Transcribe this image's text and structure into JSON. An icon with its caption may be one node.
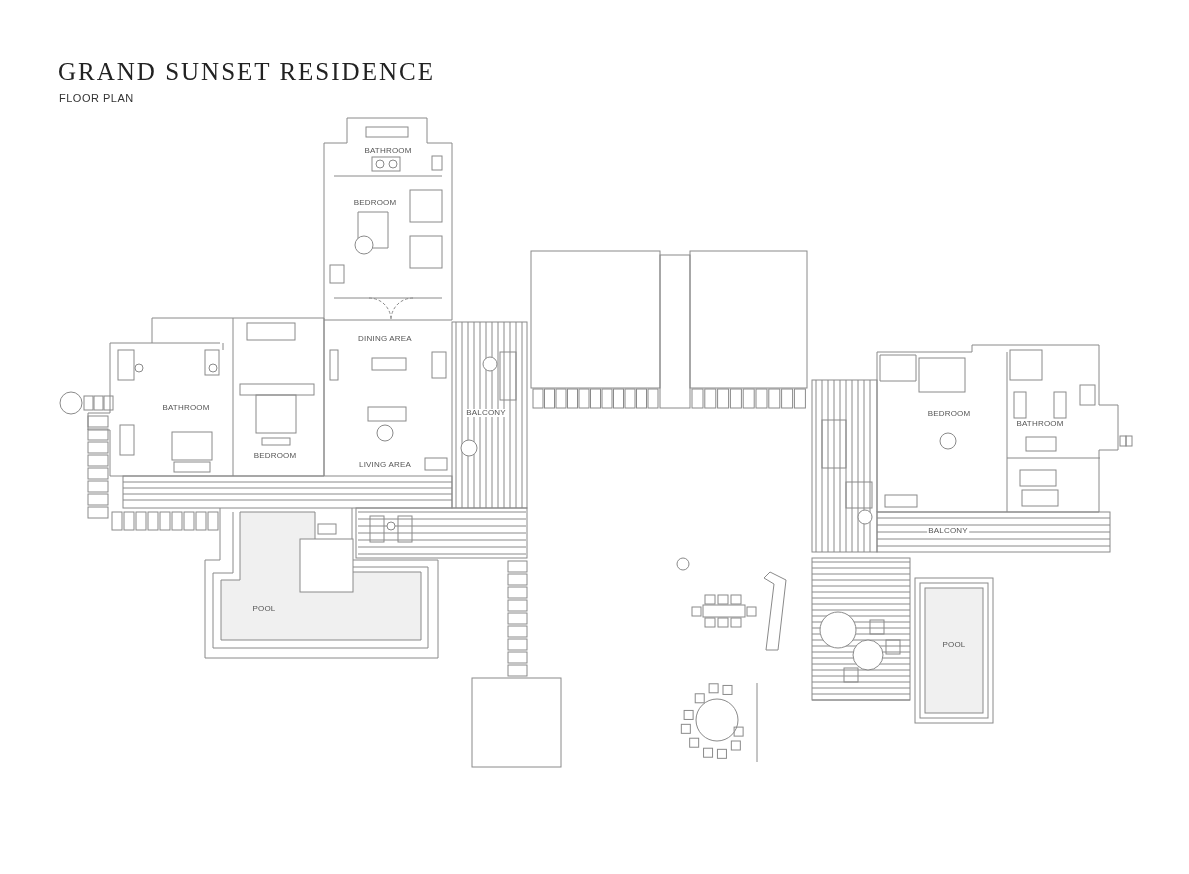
{
  "diagram": {
    "title": "GRAND SUNSET RESIDENCE",
    "caption": "FLOOR PLAN",
    "labels": [
      "BATHROOM",
      "BEDROOM",
      "DINING AREA",
      "BATHROOM",
      "BALCONY",
      "BEDROOM",
      "LIVING AREA",
      "BEDROOM",
      "BATHROOM",
      "BALCONY",
      "POOL",
      "POOL"
    ]
  }
}
